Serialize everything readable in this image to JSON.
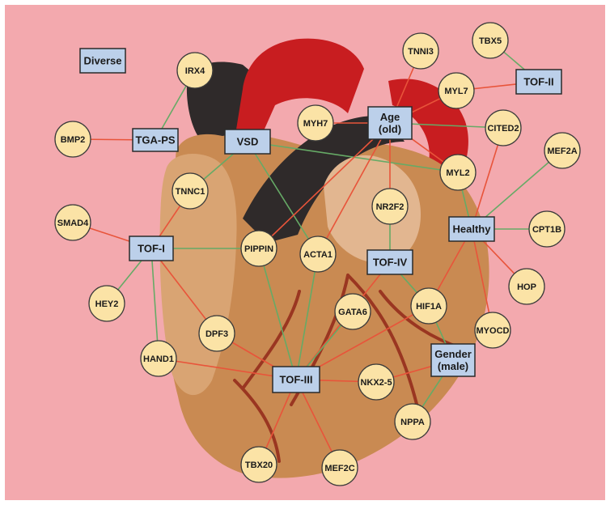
{
  "colors": {
    "page_bg": "#ffffff",
    "background": "#f3a9ae",
    "gene_fill": "#fbe3a6",
    "gene_stroke": "#3a3a3a",
    "condition_fill": "#bcd0ea",
    "condition_stroke": "#2a2a2a",
    "edge_up": "#e8543a",
    "edge_down": "#66aa66",
    "heart_muscle": "#c98a52",
    "heart_dark": "#2f2a2a",
    "heart_red": "#c81d20"
  },
  "conditions": [
    {
      "id": "diverse",
      "label_lines": [
        "Diverse"
      ]
    },
    {
      "id": "tga_ps",
      "label_lines": [
        "TGA-PS"
      ]
    },
    {
      "id": "vsd",
      "label_lines": [
        "VSD"
      ]
    },
    {
      "id": "tof_i",
      "label_lines": [
        "TOF-I"
      ]
    },
    {
      "id": "tof_ii",
      "label_lines": [
        "TOF-II"
      ]
    },
    {
      "id": "tof_iii",
      "label_lines": [
        "TOF-III"
      ]
    },
    {
      "id": "tof_iv",
      "label_lines": [
        "TOF-IV"
      ]
    },
    {
      "id": "age",
      "label_lines": [
        "Age",
        "(old)"
      ]
    },
    {
      "id": "healthy",
      "label_lines": [
        "Healthy"
      ]
    },
    {
      "id": "gender",
      "label_lines": [
        "Gender",
        "(male)"
      ]
    }
  ],
  "genes": [
    {
      "id": "irx4",
      "label": "IRX4"
    },
    {
      "id": "bmp2",
      "label": "BMP2"
    },
    {
      "id": "tnnc1",
      "label": "TNNC1"
    },
    {
      "id": "smad4",
      "label": "SMAD4"
    },
    {
      "id": "hey2",
      "label": "HEY2"
    },
    {
      "id": "hand1",
      "label": "HAND1"
    },
    {
      "id": "dpf3",
      "label": "DPF3"
    },
    {
      "id": "pippin",
      "label": "PIPPIN"
    },
    {
      "id": "acta1",
      "label": "ACTA1"
    },
    {
      "id": "myh7",
      "label": "MYH7"
    },
    {
      "id": "tnni3",
      "label": "TNNI3"
    },
    {
      "id": "tbx5",
      "label": "TBX5"
    },
    {
      "id": "myl7",
      "label": "MYL7"
    },
    {
      "id": "cited2",
      "label": "CITED2"
    },
    {
      "id": "mef2a",
      "label": "MEF2A"
    },
    {
      "id": "myl2",
      "label": "MYL2"
    },
    {
      "id": "nr2f2",
      "label": "NR2F2"
    },
    {
      "id": "cpt1b",
      "label": "CPT1B"
    },
    {
      "id": "hop",
      "label": "HOP"
    },
    {
      "id": "myocd",
      "label": "MYOCD"
    },
    {
      "id": "hif1a",
      "label": "HIF1A"
    },
    {
      "id": "gata6",
      "label": "GATA6"
    },
    {
      "id": "nkx25",
      "label": "NKX2-5"
    },
    {
      "id": "nppa",
      "label": "NPPA"
    },
    {
      "id": "tbx20",
      "label": "TBX20"
    },
    {
      "id": "mef2c",
      "label": "MEF2C"
    }
  ],
  "edges": [
    {
      "from": "tga_ps",
      "to": "irx4",
      "type": "down"
    },
    {
      "from": "tga_ps",
      "to": "bmp2",
      "type": "up"
    },
    {
      "from": "vsd",
      "to": "tnnc1",
      "type": "down"
    },
    {
      "from": "vsd",
      "to": "acta1",
      "type": "down"
    },
    {
      "from": "vsd",
      "to": "myl2",
      "type": "down"
    },
    {
      "from": "tof_i",
      "to": "tnnc1",
      "type": "up"
    },
    {
      "from": "tof_i",
      "to": "smad4",
      "type": "up"
    },
    {
      "from": "tof_i",
      "to": "hey2",
      "type": "down"
    },
    {
      "from": "tof_i",
      "to": "hand1",
      "type": "down"
    },
    {
      "from": "tof_i",
      "to": "dpf3",
      "type": "up"
    },
    {
      "from": "tof_i",
      "to": "pippin",
      "type": "down"
    },
    {
      "from": "tof_ii",
      "to": "tbx5",
      "type": "down"
    },
    {
      "from": "tof_ii",
      "to": "myl7",
      "type": "up"
    },
    {
      "from": "age",
      "to": "myh7",
      "type": "up"
    },
    {
      "from": "age",
      "to": "tnni3",
      "type": "up"
    },
    {
      "from": "age",
      "to": "myl7",
      "type": "up"
    },
    {
      "from": "age",
      "to": "cited2",
      "type": "down"
    },
    {
      "from": "age",
      "to": "myl2",
      "type": "up"
    },
    {
      "from": "age",
      "to": "nr2f2",
      "type": "up"
    },
    {
      "from": "age",
      "to": "acta1",
      "type": "up"
    },
    {
      "from": "age",
      "to": "pippin",
      "type": "up"
    },
    {
      "from": "healthy",
      "to": "myl2",
      "type": "down"
    },
    {
      "from": "healthy",
      "to": "cited2",
      "type": "up"
    },
    {
      "from": "healthy",
      "to": "mef2a",
      "type": "down"
    },
    {
      "from": "healthy",
      "to": "cpt1b",
      "type": "down"
    },
    {
      "from": "healthy",
      "to": "hop",
      "type": "up"
    },
    {
      "from": "healthy",
      "to": "myocd",
      "type": "up"
    },
    {
      "from": "healthy",
      "to": "hif1a",
      "type": "up"
    },
    {
      "from": "tof_iv",
      "to": "nr2f2",
      "type": "down"
    },
    {
      "from": "tof_iv",
      "to": "hif1a",
      "type": "down"
    },
    {
      "from": "tof_iv",
      "to": "tof_iii",
      "type": "up"
    },
    {
      "from": "gender",
      "to": "hif1a",
      "type": "down"
    },
    {
      "from": "gender",
      "to": "nkx25",
      "type": "up"
    },
    {
      "from": "gender",
      "to": "nppa",
      "type": "down"
    },
    {
      "from": "tof_iii",
      "to": "dpf3",
      "type": "up"
    },
    {
      "from": "tof_iii",
      "to": "pippin",
      "type": "down"
    },
    {
      "from": "tof_iii",
      "to": "acta1",
      "type": "down"
    },
    {
      "from": "tof_iii",
      "to": "gata6",
      "type": "down"
    },
    {
      "from": "tof_iii",
      "to": "hif1a",
      "type": "up"
    },
    {
      "from": "tof_iii",
      "to": "nkx25",
      "type": "up"
    },
    {
      "from": "tof_iii",
      "to": "tbx20",
      "type": "up"
    },
    {
      "from": "tof_iii",
      "to": "mef2c",
      "type": "up"
    },
    {
      "from": "tof_iii",
      "to": "hand1",
      "type": "up"
    }
  ]
}
